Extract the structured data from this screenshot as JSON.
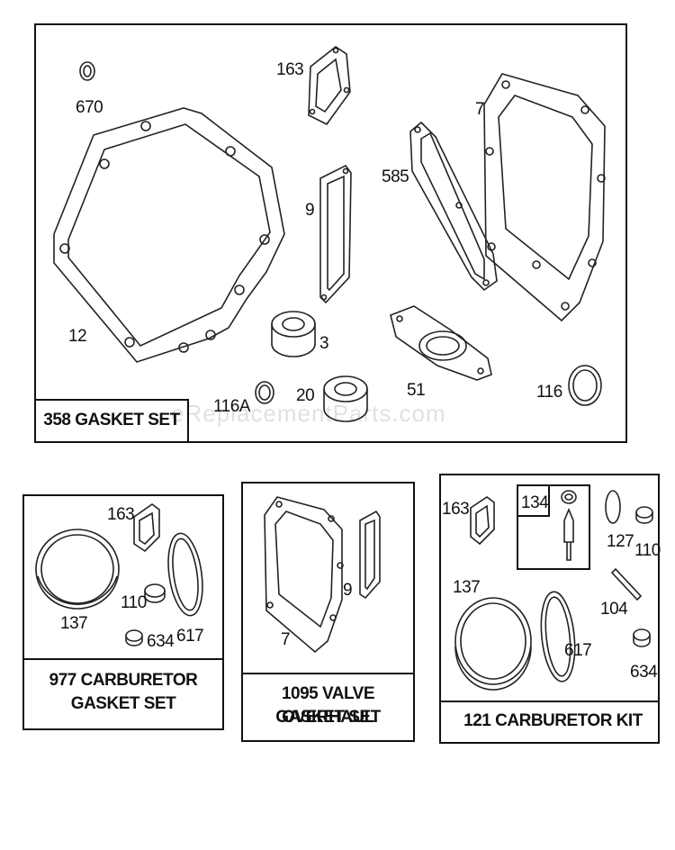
{
  "watermark": "eReplacementParts.com",
  "main_panel": {
    "caption": "358 GASKET SET",
    "labels": {
      "p670": "670",
      "p163": "163",
      "p7": "7",
      "p9": "9",
      "p585": "585",
      "p12": "12",
      "p3": "3",
      "p116A": "116A",
      "p20": "20",
      "p51": "51",
      "p116": "116"
    }
  },
  "carb_gasket_panel": {
    "caption_line1": "977 CARBURETOR",
    "caption_line2": "GASKET SET",
    "labels": {
      "p163": "163",
      "p137": "137",
      "p110": "110",
      "p634": "634",
      "p617": "617"
    }
  },
  "valve_panel": {
    "caption_line1": "1095 VALVE OVERHAUL",
    "caption_line2": "GASKET SET",
    "labels": {
      "p9": "9",
      "p7": "7"
    }
  },
  "carb_kit_panel": {
    "caption": "121 CARBURETOR KIT",
    "labels": {
      "p163": "163",
      "p134": "134",
      "p127": "127",
      "p110": "110",
      "p137": "137",
      "p104": "104",
      "p617": "617",
      "p634": "634"
    }
  }
}
